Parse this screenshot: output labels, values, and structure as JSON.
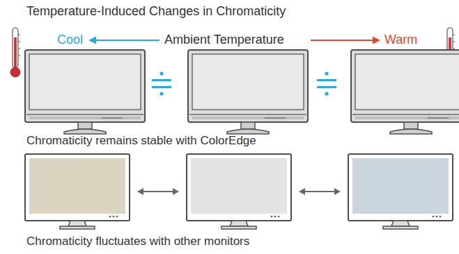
{
  "diagram": {
    "title": "Temperature-Induced Changes in Chromaticity",
    "labels": [
      "Cool",
      "Ambient Temperature",
      "Warm",
      "Chromaticity remains stable with ColorEdge",
      "Chromaticity fluctuates with other monitors"
    ]
  }
}
